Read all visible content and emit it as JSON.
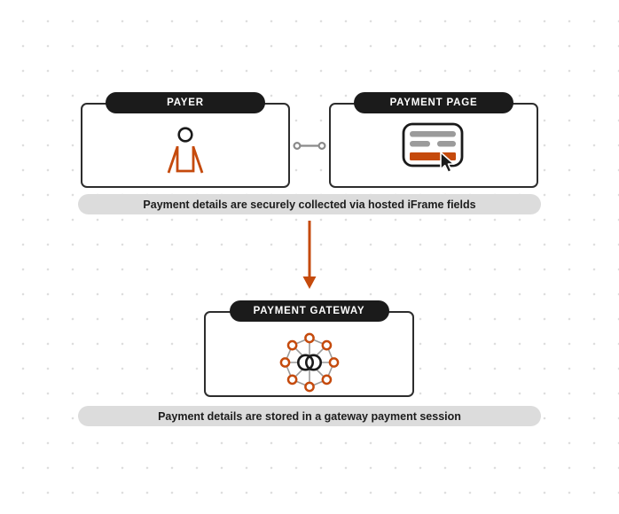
{
  "diagram": {
    "nodes": [
      {
        "id": "payer",
        "label": "PAYER",
        "icon": "person-icon"
      },
      {
        "id": "payment-page",
        "label": "PAYMENT PAGE",
        "icon": "credit-card-cursor-icon"
      },
      {
        "id": "payment-gateway",
        "label": "PAYMENT GATEWAY",
        "icon": "gateway-network-icon"
      }
    ],
    "connectors": [
      {
        "from": "payer",
        "to": "payment-page",
        "type": "link-chain"
      },
      {
        "from": "top-row",
        "to": "payment-gateway",
        "type": "arrow-down"
      }
    ],
    "captions": [
      {
        "text": "Payment details are securely collected via hosted iFrame fields"
      },
      {
        "text": "Payment details are stored in a gateway payment session"
      }
    ],
    "colors": {
      "accent_orange": "#C54A0C",
      "node_border": "#2D2D2D",
      "pill_background": "#1B1B1B",
      "pill_text": "#FFFFFF",
      "caption_background": "#DCDCDC",
      "caption_text": "#1C1C1C",
      "connector_gray": "#8A8A8A",
      "card_bar_gray": "#9B9B9B",
      "icon_black": "#1A1A1A",
      "dot_grid": "#DEDEDE",
      "background": "#FFFFFF"
    }
  }
}
